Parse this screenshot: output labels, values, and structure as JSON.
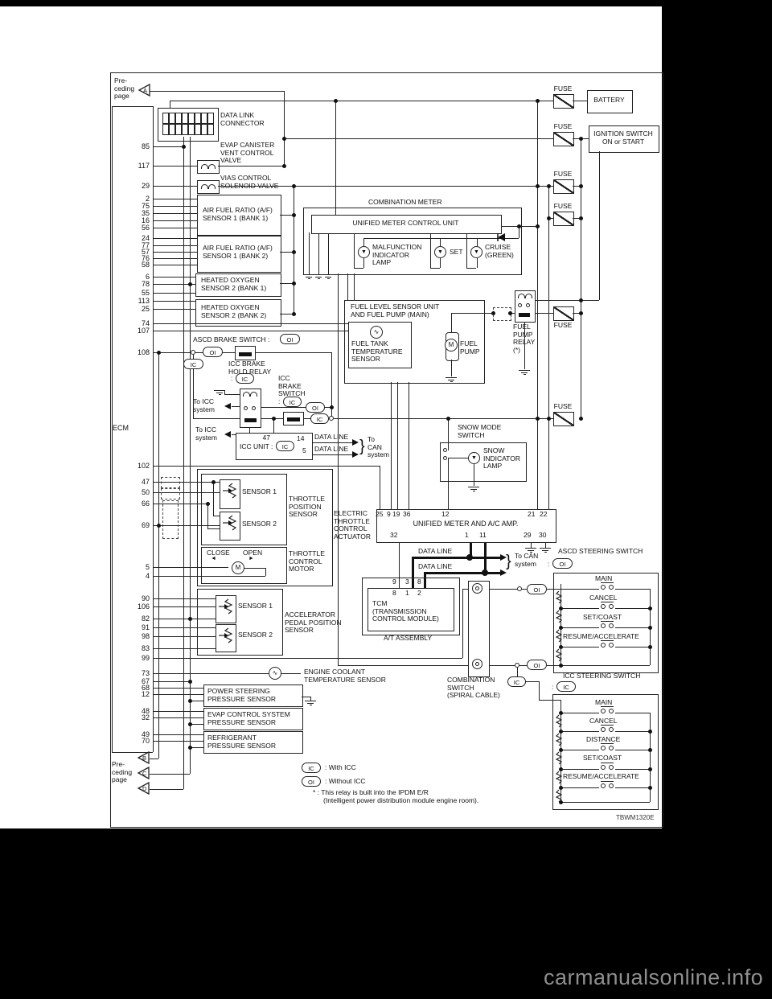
{
  "page": {
    "watermark": "carmanualsonline.info",
    "code": "TBWM1320E"
  },
  "glyphs": {
    "lamp": "▼",
    "wave": "∿",
    "brace": "}"
  },
  "tags": {
    "ic": "IC",
    "oi": "OI",
    "colon": ":"
  },
  "preceding_top": {
    "label": "Pre-\nceding\npage",
    "marker": "A"
  },
  "preceding_bottom": {
    "label": "Pre-\nceding\npage",
    "markers": [
      "B",
      "C",
      "D"
    ]
  },
  "ecm": {
    "label": "ECM",
    "pins": [
      "85",
      "117",
      "29",
      "2",
      "75",
      "35",
      "16",
      "56",
      "24",
      "77",
      "57",
      "76",
      "58",
      "6",
      "78",
      "55",
      "113",
      "25",
      "74",
      "107",
      "108",
      "102",
      "47",
      "50",
      "66",
      "69",
      "5",
      "4",
      "90",
      "106",
      "82",
      "91",
      "98",
      "83",
      "99",
      "73",
      "67",
      "68",
      "12",
      "48",
      "32",
      "49",
      "70"
    ]
  },
  "top": {
    "dlc": "DATA LINK\nCONNECTOR",
    "evap": "EVAP CANISTER\nVENT CONTROL\nVALVE",
    "vias": "VIAS CONTROL\nSOLENOID VALVE",
    "afr1": "AIR FUEL RATIO (A/F)\nSENSOR 1 (BANK 1)",
    "afr2": "AIR FUEL RATIO (A/F)\nSENSOR 1 (BANK 2)",
    "ho21": "HEATED OXYGEN\nSENSOR 2 (BANK 1)",
    "ho22": "HEATED OXYGEN\nSENSOR 2 (BANK 2)"
  },
  "power": {
    "fuse": "FUSE",
    "battery": "BATTERY",
    "ignition": "IGNITION SWITCH\nON or START"
  },
  "meter": {
    "title": "COMBINATION METER",
    "umcu": "UNIFIED METER CONTROL UNIT",
    "mil": "MALFUNCTION\nINDICATOR\nLAMP",
    "set": "SET",
    "cruise": "CRUISE\n(GREEN)"
  },
  "fuel": {
    "unit": "FUEL LEVEL SENSOR UNIT\nAND FUEL PUMP (MAIN)",
    "tank": "FUEL TANK\nTEMPERATURE\nSENSOR",
    "pump": "FUEL\nPUMP",
    "m": "M",
    "relay": "FUEL\nPUMP\nRELAY\n(*)"
  },
  "ascd_brake": {
    "label": "ASCD BRAKE SWITCH :"
  },
  "icc": {
    "hold_relay": "ICC BRAKE\nHOLD RELAY",
    "brake_switch": "ICC\nBRAKE\nSWITCH",
    "to_icc": "To ICC\nsystem",
    "unit": "ICC UNIT :",
    "p47": "47",
    "p14": "14",
    "p5": "5",
    "data_line": "DATA LINE",
    "to_can": "To\nCAN\nsystem"
  },
  "snow": {
    "label": "SNOW MODE\nSWITCH",
    "lamp": "SNOW\nINDICATOR\nLAMP"
  },
  "throttle": {
    "s1": "SENSOR 1",
    "s2": "SENSOR 2",
    "tps": "THROTTLE\nPOSITION\nSENSOR",
    "actuator": "ELECTRIC\nTHROTTLE\nCONTROL\nACTUATOR",
    "close": "CLOSE",
    "open": "OPEN",
    "motor": "THROTTLE\nCONTROL\nMOTOR",
    "m": "M"
  },
  "amp": {
    "title": "UNIFIED METER AND A/C AMP.",
    "top_pins": [
      "25",
      "9",
      "19",
      "36",
      "12",
      "21",
      "22"
    ],
    "bottom_pins": [
      "32",
      "1",
      "11",
      "29",
      "30"
    ],
    "data_line": "DATA LINE",
    "to_can": "To CAN\nsystem"
  },
  "tcm": {
    "top_pins": [
      "9",
      "3",
      "8"
    ],
    "mid_pins": [
      "8",
      "1",
      "2"
    ],
    "label": "TCM\n(TRANSMISSION\n CONTROL MODULE)",
    "assembly": "A/T ASSEMBLY"
  },
  "accel": {
    "s1": "SENSOR 1",
    "s2": "SENSOR 2",
    "label": "ACCELERATOR\nPEDAL POSITION\nSENSOR"
  },
  "sensors": {
    "ect": "ENGINE COOLANT\nTEMPERATURE SENSOR",
    "ps": "POWER STEERING\nPRESSURE SENSOR",
    "evap": "EVAP CONTROL SYSTEM\nPRESSURE SENSOR",
    "ref": "REFRIGERANT\nPRESSURE SENSOR"
  },
  "spiral": {
    "label": "COMBINATION\nSWITCH\n(SPIRAL CABLE)"
  },
  "ascd_sw": {
    "title": "ASCD STEERING SWITCH",
    "rows": [
      "MAIN",
      "CANCEL",
      "SET/COAST",
      "RESUME/ACCELERATE"
    ]
  },
  "icc_sw": {
    "title": "ICC STEERING SWITCH",
    "rows": [
      "MAIN",
      "CANCEL",
      "DISTANCE",
      "SET/COAST",
      "RESUME/ACCELERATE"
    ]
  },
  "legend": {
    "with_icc": ": With ICC",
    "without_icc": ": Without ICC",
    "note1": "* : This relay is built into the IPDM E/R",
    "note2": "(Intelligent power distribution module engine room)."
  }
}
